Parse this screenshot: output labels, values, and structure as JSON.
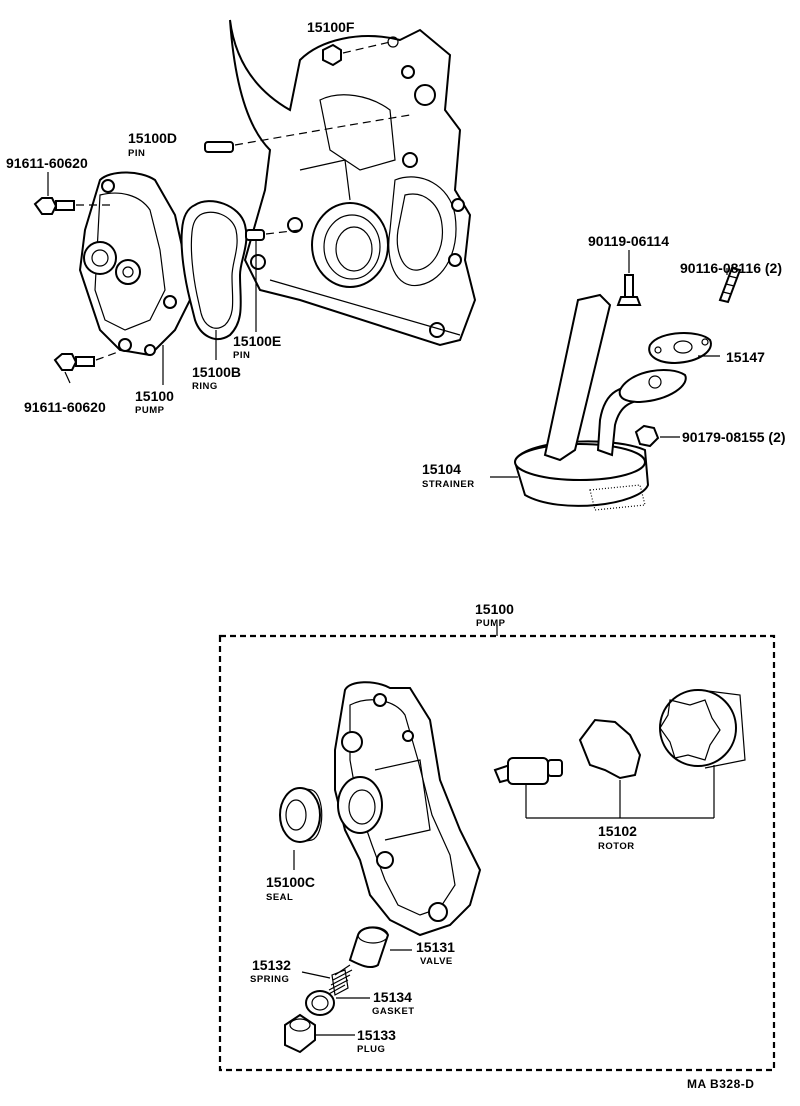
{
  "labels": {
    "p15100F": {
      "part_no": "15100F"
    },
    "p15100D": {
      "part_no": "15100D",
      "desc": "PIN"
    },
    "p9161160620a": {
      "part_no": "91611-60620"
    },
    "p9161160620b": {
      "part_no": "91611-60620"
    },
    "p15100": {
      "part_no": "15100",
      "desc": "PUMP"
    },
    "p15100B": {
      "part_no": "15100B",
      "desc": "RING"
    },
    "p15100E": {
      "part_no": "15100E",
      "desc": "PIN"
    },
    "p9011906114": {
      "part_no": "90119-06114"
    },
    "p9011608116": {
      "part_no": "90116-08116 (2)"
    },
    "p15147": {
      "part_no": "15147"
    },
    "p9017908155": {
      "part_no": "90179-08155 (2)"
    },
    "p15104": {
      "part_no": "15104",
      "desc": "STRAINER"
    },
    "p15100box": {
      "part_no": "15100",
      "desc": "PUMP"
    },
    "p15102": {
      "part_no": "15102",
      "desc": "ROTOR"
    },
    "p15100C": {
      "part_no": "15100C",
      "desc": "SEAL"
    },
    "p15131": {
      "part_no": "15131",
      "desc": "VALVE"
    },
    "p15132": {
      "part_no": "15132",
      "desc": "SPRING"
    },
    "p15134": {
      "part_no": "15134",
      "desc": "GASKET"
    },
    "p15133": {
      "part_no": "15133",
      "desc": "PLUG"
    }
  },
  "sheet_id": "MA B328-D"
}
